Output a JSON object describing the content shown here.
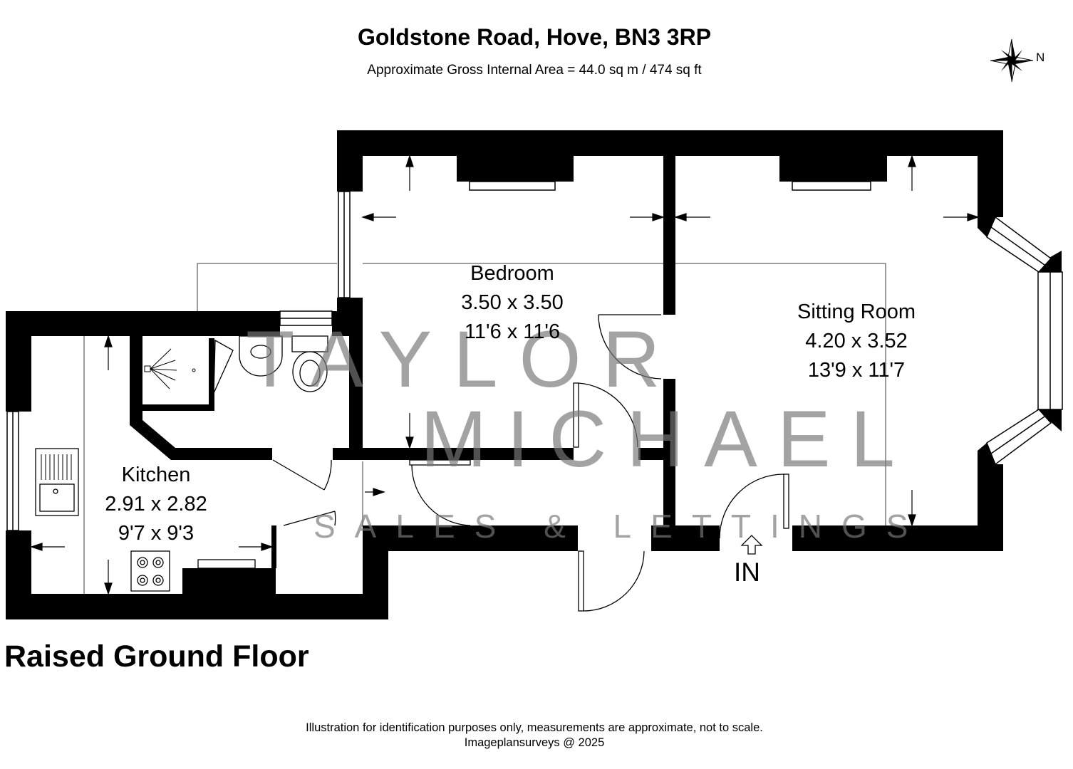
{
  "header": {
    "title": "Goldstone Road, Hove, BN3 3RP",
    "subtitle": "Approximate Gross Internal Area = 44.0 sq m / 474 sq ft"
  },
  "compass": {
    "label": "N"
  },
  "rooms": {
    "bedroom": {
      "name": "Bedroom",
      "metric": "3.50 x 3.50",
      "imperial": "11'6 x 11'6"
    },
    "sitting_room": {
      "name": "Sitting Room",
      "metric": "4.20 x 3.52",
      "imperial": "13'9 x 11'7"
    },
    "kitchen": {
      "name": "Kitchen",
      "metric": "2.91 x 2.82",
      "imperial": "9'7 x 9'3"
    }
  },
  "entrance": {
    "label": "IN"
  },
  "watermark": {
    "line1": "TAYLOR",
    "line2": "MICHAEL",
    "line3": "SALES & LETTINGS"
  },
  "floor": {
    "label": "Raised Ground Floor"
  },
  "footer": {
    "disclaimer": "Illustration for identification purposes only, measurements are approximate, not to scale.",
    "copyright": "Imageplansurveys @ 2025"
  },
  "colors": {
    "wall": "#000000",
    "line": "#333333",
    "watermark": "#787878",
    "background": "#ffffff"
  }
}
